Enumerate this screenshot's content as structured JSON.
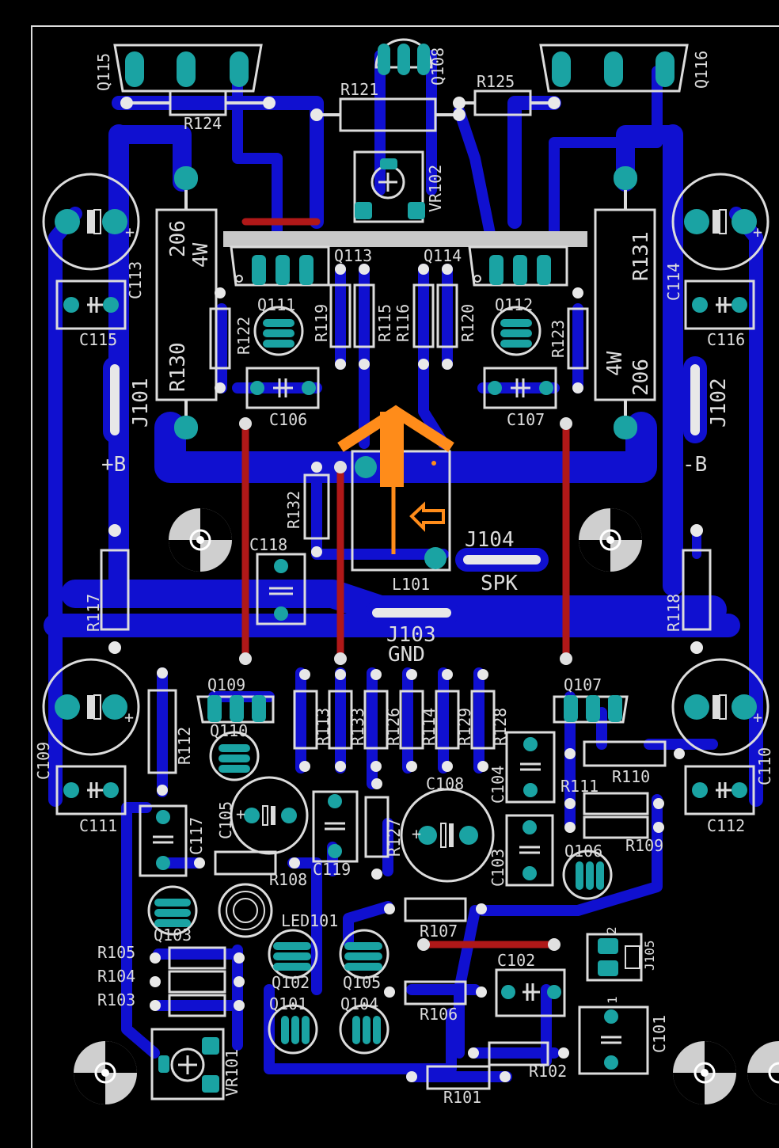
{
  "title": "",
  "labels": {
    "Q115": "Q115",
    "Q116": "Q116",
    "Q108": "Q108",
    "R121": "R121",
    "R124": "R124",
    "R125": "R125",
    "VR102": "VR102",
    "C113": "C113",
    "C114": "C114",
    "C115": "C115",
    "C116": "C116",
    "R130": "R130",
    "R130_val": "206",
    "R130_w": "4W",
    "R131": "R131",
    "R131_val": "206",
    "R131_w": "4W",
    "Q113": "Q113",
    "Q114": "Q114",
    "Q111": "Q111",
    "Q112": "Q112",
    "R122": "R122",
    "R119": "R119",
    "R115": "R115",
    "R116": "R116",
    "R120": "R120",
    "R123": "R123",
    "C106": "C106",
    "C107": "C107",
    "J101": "J101",
    "J102": "J102",
    "plusB": "+B",
    "minusB": "-B",
    "R132": "R132",
    "C118": "C118",
    "L101": "L101",
    "J104": "J104",
    "SPK": "SPK",
    "J103": "J103",
    "GND": "GND",
    "R117": "R117",
    "R118": "R118",
    "Q109": "Q109",
    "Q110": "Q110",
    "Q107": "Q107",
    "R112": "R112",
    "R113": "R113",
    "R133": "R133",
    "R126": "R126",
    "R114": "R114",
    "R129": "R129",
    "R128": "R128",
    "C109": "C109",
    "C110": "C110",
    "C111": "C111",
    "C112": "C112",
    "C104": "C104",
    "R110": "R110",
    "R111": "R111",
    "R109": "R109",
    "C105": "C105",
    "C108": "C108",
    "C117": "C117",
    "C119": "C119",
    "R127": "R127",
    "C103": "C103",
    "Q106": "Q106",
    "R108": "R108",
    "LED101": "LED101",
    "Q103": "Q103",
    "R107": "R107",
    "J105": "J105",
    "J105_p1": "1",
    "J105_p2": "2",
    "R105": "R105",
    "R104": "R104",
    "R103": "R103",
    "Q102": "Q102",
    "Q105": "Q105",
    "Q101": "Q101",
    "Q104": "Q104",
    "C102": "C102",
    "R106": "R106",
    "C101": "C101",
    "VR101": "VR101",
    "R102": "R102",
    "R101": "R101"
  },
  "colors": {
    "background": "#000000",
    "copper_bottom": "#1010d0",
    "copper_top": "#b01818",
    "pad": "#1aa3a3",
    "silkscreen": "#dcdcdc",
    "arrow": "#ff8c1a"
  }
}
